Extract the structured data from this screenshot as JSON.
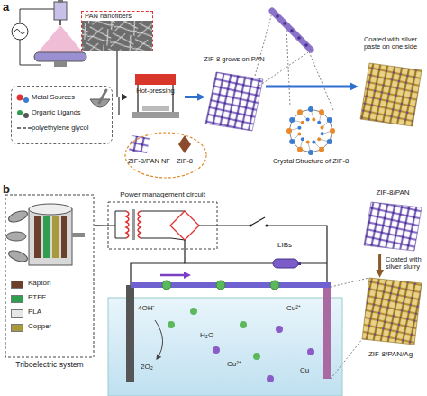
{
  "diagram": {
    "nodes": [
      {
        "text": [
          "PAN nanofibers"
        ]
      },
      {
        "text": [
          "Metal Sources",
          "Organic Ligands",
          "polyethylene glycol"
        ]
      },
      {
        "text": [
          "Hot-pressing"
        ]
      },
      {
        "text": [
          "ZIF-8/PAN NF",
          "ZIF-8"
        ]
      },
      {
        "text": [
          "ZIF-8 grows on PAN"
        ]
      },
      {
        "text": [
          "Crystal Structure of ZIF-8"
        ]
      },
      {
        "text": [
          "Coated with silver paste on one side"
        ]
      },
      {
        "text": [
          "Power management circuit"
        ]
      },
      {
        "text": [
          "Triboelectric system"
        ]
      },
      {
        "text": [
          "LIBs"
        ]
      },
      {
        "text": [
          "ZIF-8/PAN"
        ]
      },
      {
        "text": [
          "ZIF-8/PAN/Ag"
        ]
      }
    ],
    "edges": [
      {
        "from": 0,
        "to": 2,
        "arrow": "to"
      },
      {
        "from": 1,
        "to": 2,
        "arrow": "to"
      },
      {
        "from": 2,
        "to": 4,
        "arrow": "to"
      },
      {
        "from": 4,
        "to": 6,
        "arrow": "to"
      },
      {
        "from": 8,
        "to": 7,
        "arrow": "none"
      },
      {
        "from": 7,
        "to": 9,
        "arrow": "none"
      },
      {
        "from": 10,
        "to": 11,
        "arrow": "to",
        "label": "Coated with silver slurry"
      }
    ],
    "labels": [
      "a",
      "b",
      "4OH⁻",
      "H₂O",
      "2O₂",
      "Cu²⁺",
      "Cu²⁺",
      "Cu"
    ],
    "legend": [
      {
        "text": "Kapton",
        "color": "#6b3f2a"
      },
      {
        "text": "PTFE",
        "color": "#2f9e4f"
      },
      {
        "text": "PLA",
        "color": "#e6e6e6"
      },
      {
        "text": "Copper",
        "color": "#a89a3c"
      }
    ]
  }
}
